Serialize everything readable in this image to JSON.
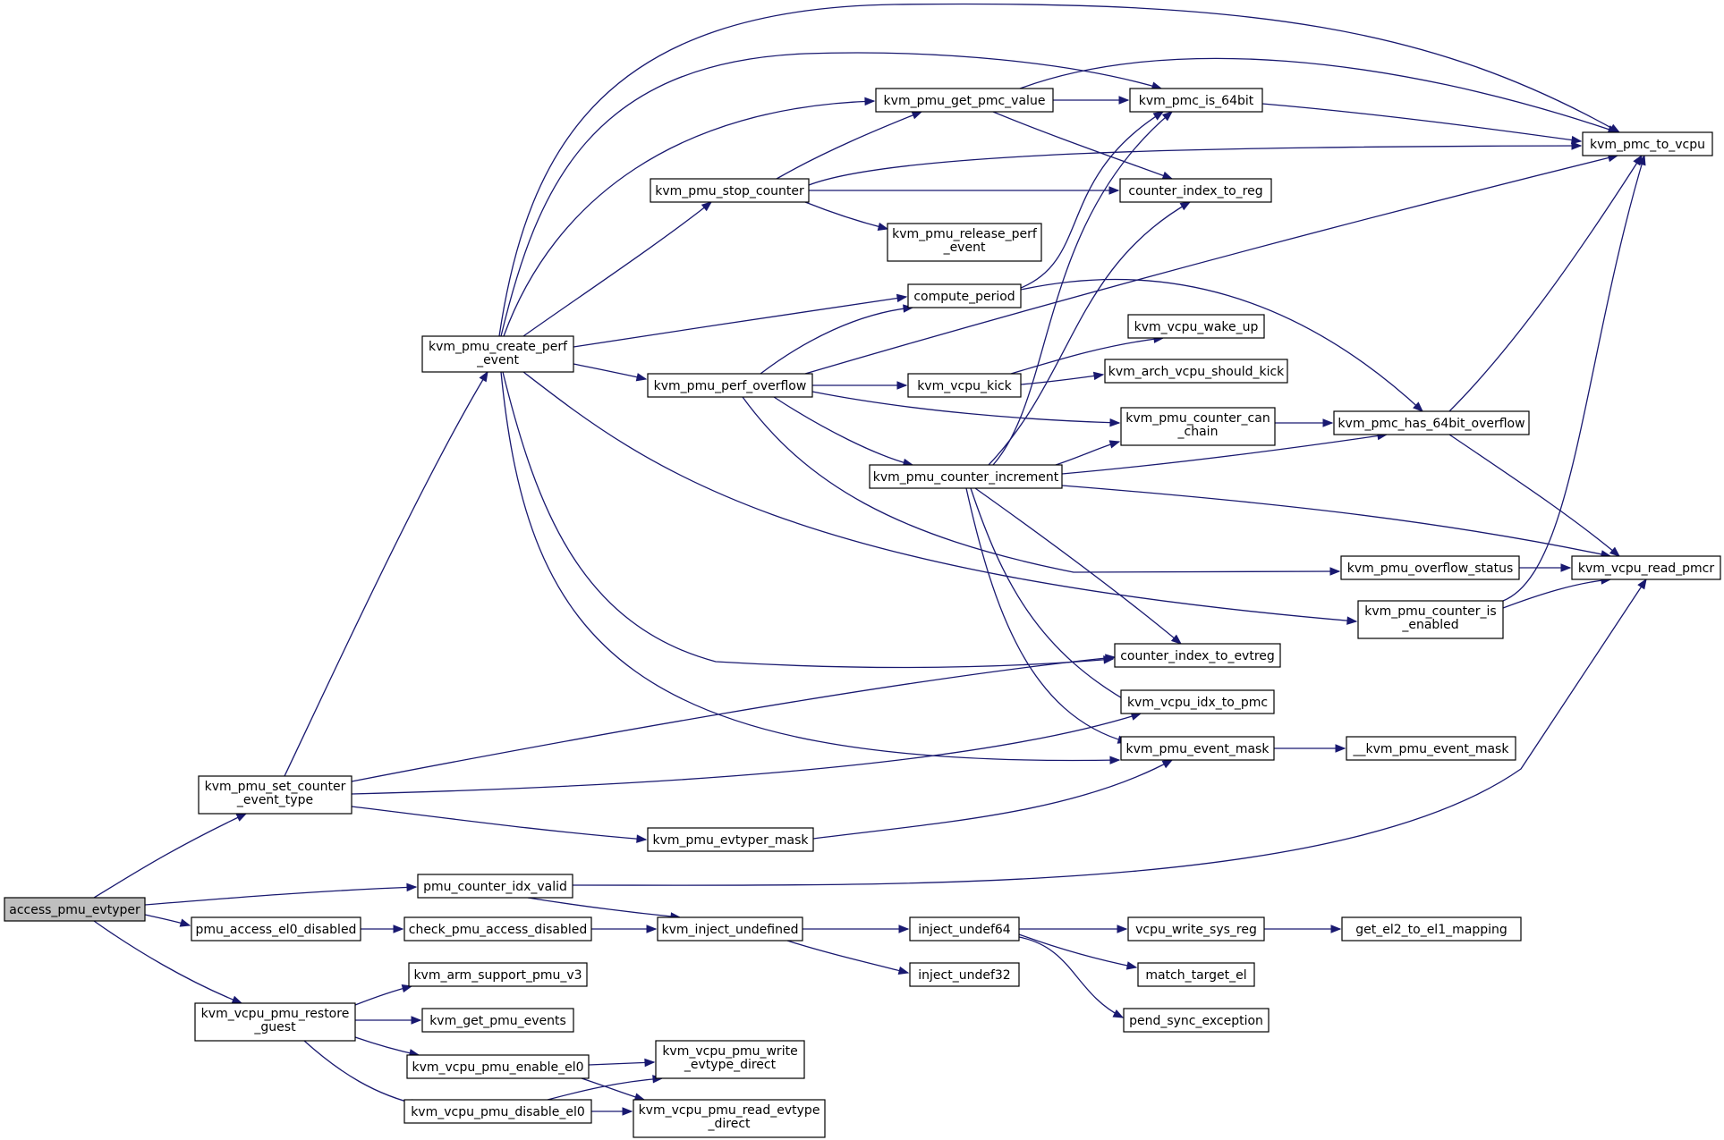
{
  "graph": {
    "colors": {
      "edge": "#191970",
      "node_border": "#000000",
      "root_fill": "#bfbfbf",
      "node_fill": "#ffffff"
    },
    "nodes": [
      {
        "id": "access_pmu_evtyper",
        "lines": [
          "access_pmu_evtyper"
        ],
        "root": true
      },
      {
        "id": "kvm_pmu_set_counter_event_type",
        "lines": [
          "kvm_pmu_set_counter",
          "_event_type"
        ]
      },
      {
        "id": "pmu_counter_idx_valid",
        "lines": [
          "pmu_counter_idx_valid"
        ]
      },
      {
        "id": "pmu_access_el0_disabled",
        "lines": [
          "pmu_access_el0_disabled"
        ]
      },
      {
        "id": "kvm_vcpu_pmu_restore_guest",
        "lines": [
          "kvm_vcpu_pmu_restore",
          "_guest"
        ]
      },
      {
        "id": "kvm_pmu_create_perf_event",
        "lines": [
          "kvm_pmu_create_perf",
          "_event"
        ]
      },
      {
        "id": "kvm_pmu_evtyper_mask",
        "lines": [
          "kvm_pmu_evtyper_mask"
        ]
      },
      {
        "id": "check_pmu_access_disabled",
        "lines": [
          "check_pmu_access_disabled"
        ]
      },
      {
        "id": "kvm_inject_undefined",
        "lines": [
          "kvm_inject_undefined"
        ]
      },
      {
        "id": "kvm_arm_support_pmu_v3",
        "lines": [
          "kvm_arm_support_pmu_v3"
        ]
      },
      {
        "id": "kvm_get_pmu_events",
        "lines": [
          "kvm_get_pmu_events"
        ]
      },
      {
        "id": "kvm_vcpu_pmu_enable_el0",
        "lines": [
          "kvm_vcpu_pmu_enable_el0"
        ]
      },
      {
        "id": "kvm_vcpu_pmu_disable_el0",
        "lines": [
          "kvm_vcpu_pmu_disable_el0"
        ]
      },
      {
        "id": "kvm_vcpu_pmu_write_evtype_direct",
        "lines": [
          "kvm_vcpu_pmu_write",
          "_evtype_direct"
        ]
      },
      {
        "id": "kvm_vcpu_pmu_read_evtype_direct",
        "lines": [
          "kvm_vcpu_pmu_read_evtype",
          "_direct"
        ]
      },
      {
        "id": "kvm_pmu_stop_counter",
        "lines": [
          "kvm_pmu_stop_counter"
        ]
      },
      {
        "id": "kvm_pmu_perf_overflow",
        "lines": [
          "kvm_pmu_perf_overflow"
        ]
      },
      {
        "id": "kvm_pmu_get_pmc_value",
        "lines": [
          "kvm_pmu_get_pmc_value"
        ]
      },
      {
        "id": "kvm_pmu_release_perf_event",
        "lines": [
          "kvm_pmu_release_perf",
          "_event"
        ]
      },
      {
        "id": "compute_period",
        "lines": [
          "compute_period"
        ]
      },
      {
        "id": "kvm_vcpu_kick",
        "lines": [
          "kvm_vcpu_kick"
        ]
      },
      {
        "id": "kvm_pmu_counter_increment",
        "lines": [
          "kvm_pmu_counter_increment"
        ]
      },
      {
        "id": "inject_undef64",
        "lines": [
          "inject_undef64"
        ]
      },
      {
        "id": "inject_undef32",
        "lines": [
          "inject_undef32"
        ]
      },
      {
        "id": "kvm_pmc_is_64bit",
        "lines": [
          "kvm_pmc_is_64bit"
        ]
      },
      {
        "id": "counter_index_to_reg",
        "lines": [
          "counter_index_to_reg"
        ]
      },
      {
        "id": "kvm_vcpu_wake_up",
        "lines": [
          "kvm_vcpu_wake_up"
        ]
      },
      {
        "id": "kvm_arch_vcpu_should_kick",
        "lines": [
          "kvm_arch_vcpu_should_kick"
        ]
      },
      {
        "id": "kvm_pmu_counter_can_chain",
        "lines": [
          "kvm_pmu_counter_can",
          "_chain"
        ]
      },
      {
        "id": "counter_index_to_evtreg",
        "lines": [
          "counter_index_to_evtreg"
        ]
      },
      {
        "id": "kvm_vcpu_idx_to_pmc",
        "lines": [
          "kvm_vcpu_idx_to_pmc"
        ]
      },
      {
        "id": "kvm_pmu_event_mask",
        "lines": [
          "kvm_pmu_event_mask"
        ]
      },
      {
        "id": "vcpu_write_sys_reg",
        "lines": [
          "vcpu_write_sys_reg"
        ]
      },
      {
        "id": "match_target_el",
        "lines": [
          "match_target_el"
        ]
      },
      {
        "id": "pend_sync_exception",
        "lines": [
          "pend_sync_exception"
        ]
      },
      {
        "id": "kvm_pmc_has_64bit_overflow",
        "lines": [
          "kvm_pmc_has_64bit_overflow"
        ]
      },
      {
        "id": "kvm_pmu_overflow_status",
        "lines": [
          "kvm_pmu_overflow_status"
        ]
      },
      {
        "id": "kvm_pmu_counter_is_enabled",
        "lines": [
          "kvm_pmu_counter_is",
          "_enabled"
        ]
      },
      {
        "id": "__kvm_pmu_event_mask",
        "lines": [
          "__kvm_pmu_event_mask"
        ]
      },
      {
        "id": "get_el2_to_el1_mapping",
        "lines": [
          "get_el2_to_el1_mapping"
        ]
      },
      {
        "id": "kvm_pmc_to_vcpu",
        "lines": [
          "kvm_pmc_to_vcpu"
        ]
      },
      {
        "id": "kvm_vcpu_read_pmcr",
        "lines": [
          "kvm_vcpu_read_pmcr"
        ]
      }
    ],
    "edges": [
      [
        "access_pmu_evtyper",
        "kvm_pmu_set_counter_event_type"
      ],
      [
        "access_pmu_evtyper",
        "pmu_counter_idx_valid"
      ],
      [
        "access_pmu_evtyper",
        "pmu_access_el0_disabled"
      ],
      [
        "access_pmu_evtyper",
        "kvm_vcpu_pmu_restore_guest"
      ],
      [
        "kvm_pmu_set_counter_event_type",
        "kvm_pmu_create_perf_event"
      ],
      [
        "kvm_pmu_set_counter_event_type",
        "counter_index_to_evtreg"
      ],
      [
        "kvm_pmu_set_counter_event_type",
        "kvm_vcpu_idx_to_pmc"
      ],
      [
        "kvm_pmu_set_counter_event_type",
        "kvm_pmu_evtyper_mask"
      ],
      [
        "kvm_pmu_create_perf_event",
        "kvm_pmc_to_vcpu"
      ],
      [
        "kvm_pmu_create_perf_event",
        "kvm_pmc_is_64bit"
      ],
      [
        "kvm_pmu_create_perf_event",
        "kvm_pmu_get_pmc_value"
      ],
      [
        "kvm_pmu_create_perf_event",
        "kvm_pmu_stop_counter"
      ],
      [
        "kvm_pmu_create_perf_event",
        "compute_period"
      ],
      [
        "kvm_pmu_create_perf_event",
        "kvm_pmu_perf_overflow"
      ],
      [
        "kvm_pmu_create_perf_event",
        "kvm_pmu_counter_is_enabled"
      ],
      [
        "kvm_pmu_create_perf_event",
        "counter_index_to_evtreg"
      ],
      [
        "kvm_pmu_create_perf_event",
        "kvm_pmu_event_mask"
      ],
      [
        "kvm_pmu_get_pmc_value",
        "kvm_pmc_is_64bit"
      ],
      [
        "kvm_pmu_get_pmc_value",
        "kvm_pmc_to_vcpu"
      ],
      [
        "kvm_pmu_get_pmc_value",
        "counter_index_to_reg"
      ],
      [
        "kvm_pmc_is_64bit",
        "kvm_pmc_to_vcpu"
      ],
      [
        "kvm_pmu_stop_counter",
        "kvm_pmu_get_pmc_value"
      ],
      [
        "kvm_pmu_stop_counter",
        "kvm_pmc_to_vcpu"
      ],
      [
        "kvm_pmu_stop_counter",
        "counter_index_to_reg"
      ],
      [
        "kvm_pmu_stop_counter",
        "kvm_pmu_release_perf_event"
      ],
      [
        "compute_period",
        "kvm_pmc_is_64bit"
      ],
      [
        "compute_period",
        "kvm_pmc_has_64bit_overflow"
      ],
      [
        "kvm_pmu_perf_overflow",
        "compute_period"
      ],
      [
        "kvm_pmu_perf_overflow",
        "kvm_pmc_to_vcpu"
      ],
      [
        "kvm_pmu_perf_overflow",
        "kvm_vcpu_kick"
      ],
      [
        "kvm_pmu_perf_overflow",
        "kvm_pmu_counter_can_chain"
      ],
      [
        "kvm_pmu_perf_overflow",
        "kvm_pmu_counter_increment"
      ],
      [
        "kvm_pmu_perf_overflow",
        "kvm_pmu_overflow_status"
      ],
      [
        "kvm_vcpu_kick",
        "kvm_vcpu_wake_up"
      ],
      [
        "kvm_vcpu_kick",
        "kvm_arch_vcpu_should_kick"
      ],
      [
        "kvm_pmu_counter_increment",
        "kvm_pmc_is_64bit"
      ],
      [
        "kvm_pmu_counter_increment",
        "counter_index_to_reg"
      ],
      [
        "kvm_pmu_counter_increment",
        "kvm_pmu_counter_can_chain"
      ],
      [
        "kvm_pmu_counter_increment",
        "kvm_pmc_has_64bit_overflow"
      ],
      [
        "kvm_pmu_counter_increment",
        "kvm_vcpu_read_pmcr"
      ],
      [
        "kvm_pmu_counter_increment",
        "counter_index_to_evtreg"
      ],
      [
        "kvm_pmu_counter_increment",
        "kvm_vcpu_idx_to_pmc"
      ],
      [
        "kvm_pmu_counter_increment",
        "kvm_pmu_event_mask"
      ],
      [
        "kvm_pmu_counter_can_chain",
        "kvm_pmc_has_64bit_overflow"
      ],
      [
        "kvm_pmc_has_64bit_overflow",
        "kvm_pmc_to_vcpu"
      ],
      [
        "kvm_pmc_has_64bit_overflow",
        "kvm_vcpu_read_pmcr"
      ],
      [
        "kvm_pmu_overflow_status",
        "kvm_vcpu_read_pmcr"
      ],
      [
        "kvm_pmu_counter_is_enabled",
        "kvm_pmc_to_vcpu"
      ],
      [
        "kvm_pmu_counter_is_enabled",
        "kvm_vcpu_read_pmcr"
      ],
      [
        "kvm_pmu_event_mask",
        "__kvm_pmu_event_mask"
      ],
      [
        "kvm_pmu_evtyper_mask",
        "kvm_pmu_event_mask"
      ],
      [
        "pmu_counter_idx_valid",
        "kvm_vcpu_read_pmcr"
      ],
      [
        "pmu_counter_idx_valid",
        "kvm_inject_undefined"
      ],
      [
        "pmu_access_el0_disabled",
        "check_pmu_access_disabled"
      ],
      [
        "check_pmu_access_disabled",
        "kvm_inject_undefined"
      ],
      [
        "kvm_inject_undefined",
        "inject_undef64"
      ],
      [
        "kvm_inject_undefined",
        "inject_undef32"
      ],
      [
        "inject_undef64",
        "vcpu_write_sys_reg"
      ],
      [
        "inject_undef64",
        "match_target_el"
      ],
      [
        "inject_undef64",
        "pend_sync_exception"
      ],
      [
        "vcpu_write_sys_reg",
        "get_el2_to_el1_mapping"
      ],
      [
        "kvm_vcpu_pmu_restore_guest",
        "kvm_arm_support_pmu_v3"
      ],
      [
        "kvm_vcpu_pmu_restore_guest",
        "kvm_get_pmu_events"
      ],
      [
        "kvm_vcpu_pmu_restore_guest",
        "kvm_vcpu_pmu_enable_el0"
      ],
      [
        "kvm_vcpu_pmu_restore_guest",
        "kvm_vcpu_pmu_disable_el0"
      ],
      [
        "kvm_vcpu_pmu_enable_el0",
        "kvm_vcpu_pmu_write_evtype_direct"
      ],
      [
        "kvm_vcpu_pmu_enable_el0",
        "kvm_vcpu_pmu_read_evtype_direct"
      ],
      [
        "kvm_vcpu_pmu_disable_el0",
        "kvm_vcpu_pmu_write_evtype_direct"
      ],
      [
        "kvm_vcpu_pmu_disable_el0",
        "kvm_vcpu_pmu_read_evtype_direct"
      ]
    ]
  }
}
